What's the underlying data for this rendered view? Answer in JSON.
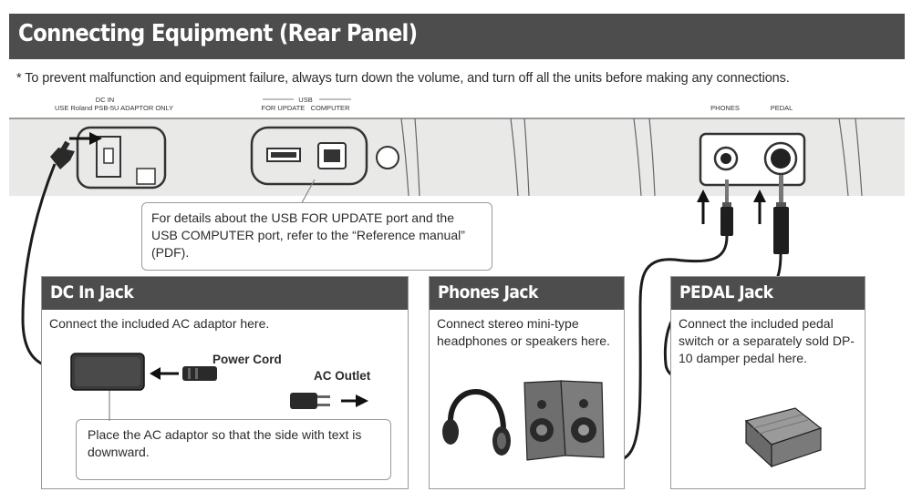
{
  "header": {
    "title": "Connecting Equipment (Rear Panel)"
  },
  "note": {
    "text": "*  To prevent malfunction and equipment failure, always turn down the volume, and turn off all the units before making any connections."
  },
  "panel": {
    "dcin_label": "DC IN",
    "dcin_sub": "USE Roland PSB-5U ADAPTOR ONLY",
    "usb_label": "USB",
    "usb_update": "FOR UPDATE",
    "usb_computer": "COMPUTER",
    "phones_label": "PHONES",
    "pedal_label": "PEDAL"
  },
  "usb_callout": {
    "text": "For details about the USB FOR UPDATE port and the USB COMPUTER port, refer to the “Reference manual” (PDF)."
  },
  "dc_box": {
    "title": "DC In Jack",
    "body": "Connect the included AC adaptor here.",
    "power_cord": "Power Cord",
    "ac_outlet": "AC Outlet",
    "adaptor_note": "Place the AC adaptor so that the side with text is downward."
  },
  "phones_box": {
    "title": "Phones Jack",
    "body": "Connect stereo mini-type headphones or speakers here."
  },
  "pedal_box": {
    "title": "PEDAL Jack",
    "body": "Connect the included pedal switch or a separately sold DP-10 damper pedal here."
  },
  "colors": {
    "header_bg": "#4d4d4d",
    "panel_bg": "#e9e9e7"
  },
  "icons": [
    "arrow-right-icon",
    "arrow-up-icon",
    "arrow-left-icon",
    "dc-plug-icon",
    "ac-adaptor-icon",
    "headphones-icon",
    "speakers-icon",
    "pedal-icon",
    "phone-plug-icon"
  ]
}
